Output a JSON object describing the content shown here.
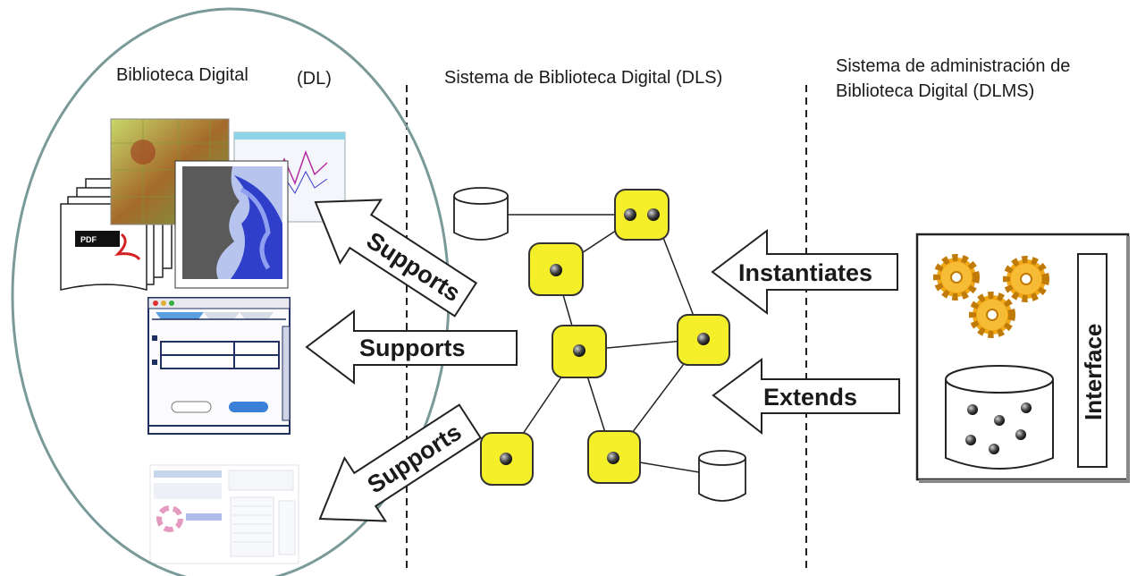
{
  "headers": {
    "dl": "Biblioteca Digital",
    "dl_abbr": "(DL)",
    "dls": "Sistema de Biblioteca Digital (DLS)",
    "dlms_line1": "Sistema de administración de",
    "dlms_line2": "Biblioteca Digital (DLMS)"
  },
  "arrows": {
    "supports_top": "Supports",
    "supports_mid": "Supports",
    "supports_bottom": "Supports",
    "instantiates": "Instantiates",
    "extends": "Extends"
  },
  "dlms_box": {
    "interface_label": "Interface"
  },
  "doc_icons": {
    "pdf_label": "PDF"
  },
  "colors": {
    "ellipse_stroke": "#7a9a9a",
    "node_fill": "#f5ef2a",
    "node_stroke": "#333333",
    "gear_fill": "#f0a818",
    "map_blue": "#3a50c8"
  }
}
